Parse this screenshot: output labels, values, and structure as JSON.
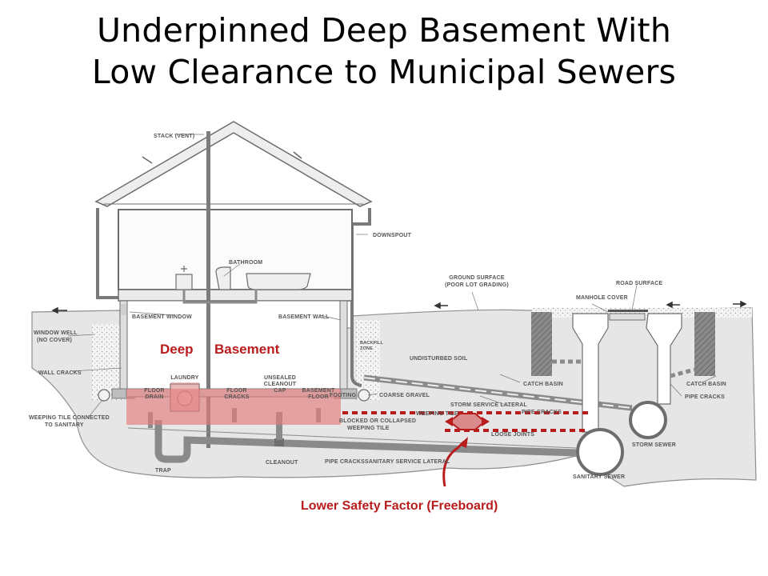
{
  "title": {
    "line1": "Underpinned Deep Basement With",
    "line2": "Low Clearance to Municipal Sewers"
  },
  "labels": {
    "stack": "STACK (VENT)",
    "downspout": "DOWNSPOUT",
    "bathroom": "BATHROOM",
    "basement_window": "BASEMENT WINDOW",
    "basement_wall": "BASEMENT WALL",
    "ground_surface_1": "GROUND SURFACE",
    "ground_surface_2": "(POOR LOT GRADING)",
    "road_surface": "ROAD SURFACE",
    "manhole_cover": "MANHOLE COVER",
    "window_well_1": "WINDOW WELL",
    "window_well_2": "(NO COVER)",
    "wall_cracks": "WALL CRACKS",
    "backfill_1": "BACKFILL",
    "backfill_2": "ZONE",
    "undisturbed_soil": "UNDISTURBED SOIL",
    "laundry": "LAUNDRY",
    "floor_drain_1": "FLOOR",
    "floor_drain_2": "DRAIN",
    "floor_cracks_1": "FLOOR",
    "floor_cracks_2": "CRACKS",
    "cleanout_cap_1": "UNSEALED",
    "cleanout_cap_2": "CLEANOUT",
    "cleanout_cap_3": "CAP",
    "basement_floor_1": "BASEMENT",
    "basement_floor_2": "FLOOR",
    "footing": "FOOTING",
    "coarse_gravel": "COARSE GRAVEL",
    "storm_service_lateral": "STORM SERVICE LATERAL",
    "catch_basin_left": "CATCH BASIN",
    "catch_basin_right": "CATCH BASIN",
    "pipe_cracks_right": "PIPE CRACKS",
    "pipe_cracks_mid": "PIPE CRACKS",
    "weeping_tile_conn_1": "WEEPING TILE CONNECTED",
    "weeping_tile_conn_2": "TO SANITARY",
    "blocked_1": "BLOCKED OR COLLAPSED",
    "blocked_2": "WEEPING TILE",
    "weeping_tile": "WEEPING TILE",
    "loose_joints": "LOOSE JOINTS",
    "storm_sewer": "STORM SEWER",
    "sanitary_sewer": "SANITARY SEWER",
    "trap": "TRAP",
    "cleanout": "CLEANOUT",
    "pipe_cracks_bottom": "PIPE CRACKS",
    "sanitary_service_lateral": "SANITARY SERVICE LATERAL"
  },
  "annotations": {
    "deep": "Deep",
    "basement": "Basement",
    "safety_factor": "Lower Safety Factor (Freeboard)"
  },
  "colors": {
    "highlight": "#b81c1c",
    "overlay": "#e37c7c"
  }
}
